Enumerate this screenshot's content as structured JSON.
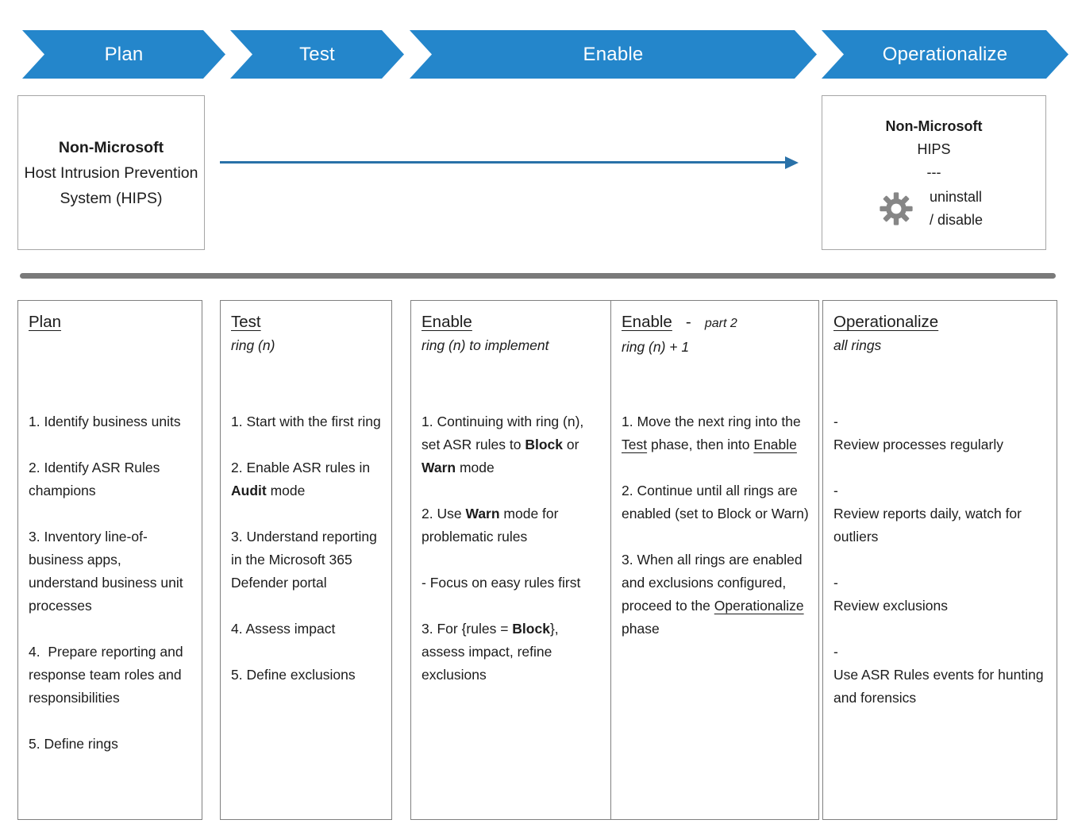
{
  "colors": {
    "chevron_blue": "#2486CB",
    "arrow_blue": "#2971A8",
    "divider_gray": "#7A7A7A",
    "box_border": "#808080",
    "hips_border": "#A6A6A6",
    "gear_gray": "#868686"
  },
  "phases": [
    {
      "label": "Plan"
    },
    {
      "label": "Test"
    },
    {
      "label": "Enable"
    },
    {
      "label": "Operationalize"
    }
  ],
  "hips": {
    "left": {
      "title": "Non-Microsoft",
      "body": "Host Intrusion Prevention System (HIPS)"
    },
    "right": {
      "title": "Non-Microsoft",
      "subtitle": "HIPS",
      "separator": "---",
      "action_line1": "uninstall",
      "action_line2": "/ disable",
      "icon": "gear-icon"
    }
  },
  "columns": [
    {
      "heading": [
        {
          "t": "Plan",
          "u": true
        }
      ],
      "subtitle": [],
      "items": [
        [
          {
            "t": "1. Identify business units"
          }
        ],
        [
          {
            "t": "2. Identify ASR Rules champions"
          }
        ],
        [
          {
            "t": "3. Inventory line-of-business apps, understand business unit processes"
          }
        ],
        [
          {
            "t": "4.  Prepare reporting and response team roles and responsibilities"
          }
        ],
        [
          {
            "t": "5. Define rings"
          }
        ]
      ]
    },
    {
      "heading": [
        {
          "t": "Test",
          "u": true
        }
      ],
      "subtitle": [
        {
          "t": "ring (n)",
          "i": true
        }
      ],
      "items": [
        [
          {
            "t": "1. Start with the first ring"
          }
        ],
        [
          {
            "t": "2. Enable ASR rules in "
          },
          {
            "t": "Audit",
            "b": true
          },
          {
            "t": " mode"
          }
        ],
        [
          {
            "t": "3. Understand reporting in the Microsoft 365 Defender portal"
          }
        ],
        [
          {
            "t": "4. Assess impact"
          }
        ],
        [
          {
            "t": "5. Define exclusions"
          }
        ]
      ]
    },
    {
      "heading": [
        {
          "t": "Enable",
          "u": true
        }
      ],
      "subtitle": [
        {
          "t": "ring (n) to implement",
          "i": true
        }
      ],
      "items": [
        [
          {
            "t": "1. Continuing with ring (n), set ASR rules to "
          },
          {
            "t": "Block",
            "b": true
          },
          {
            "t": " or "
          },
          {
            "t": "Warn",
            "b": true
          },
          {
            "t": " mode"
          }
        ],
        [
          {
            "t": "2. Use "
          },
          {
            "t": "Warn",
            "b": true
          },
          {
            "t": " mode for problematic rules"
          }
        ],
        [
          {
            "t": "- Focus on easy rules first"
          }
        ],
        [
          {
            "t": "3. For {rules = "
          },
          {
            "t": "Block",
            "b": true
          },
          {
            "t": "}, assess impact, refine exclusions"
          }
        ]
      ]
    },
    {
      "heading": [
        {
          "t": "Enable",
          "u": true
        },
        {
          "t": "   -   "
        },
        {
          "t": "part 2",
          "i": true,
          "sm": true
        }
      ],
      "subtitle": [
        {
          "t": "ring (n) + 1",
          "i": true
        }
      ],
      "items": [
        [
          {
            "t": "1. Move the next ring into the "
          },
          {
            "t": "Test",
            "u": true
          },
          {
            "t": " phase, then into "
          },
          {
            "t": "Enable",
            "u": true
          }
        ],
        [
          {
            "t": "2. Continue until all rings are enabled (set to Block or Warn)"
          }
        ],
        [
          {
            "t": "3. When all rings are enabled and exclusions configured, proceed to the "
          },
          {
            "t": "Operationalize",
            "u": true
          },
          {
            "t": " phase"
          }
        ]
      ]
    },
    {
      "heading": [
        {
          "t": "Operationalize",
          "u": true
        }
      ],
      "subtitle": [
        {
          "t": "all rings",
          "i": true
        }
      ],
      "items": [
        [
          {
            "t": "-"
          },
          {
            "t": "\n"
          },
          {
            "t": "Review processes regularly"
          }
        ],
        [
          {
            "t": "-"
          },
          {
            "t": "\n"
          },
          {
            "t": "Review reports daily, watch for outliers"
          }
        ],
        [
          {
            "t": "-"
          },
          {
            "t": "\n"
          },
          {
            "t": "Review exclusions"
          }
        ],
        [
          {
            "t": "-"
          },
          {
            "t": "\n"
          },
          {
            "t": "Use ASR Rules events for hunting and forensics"
          }
        ]
      ]
    }
  ]
}
